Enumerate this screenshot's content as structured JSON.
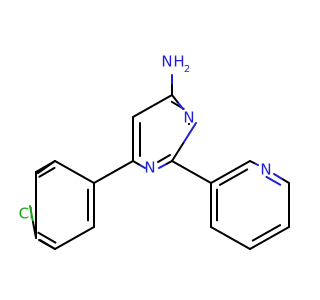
{
  "molecule": {
    "atom_labels": {
      "amine": "NH2",
      "amine_n": "N",
      "amine_h": "H",
      "ring_n1": "N",
      "ring_n3": "N",
      "pyridine_n": "N",
      "chlorine": "Cl"
    },
    "colors": {
      "bond": "#000000",
      "nitrogen": "#1f1fd6",
      "chlorine": "#1aa31a",
      "background": "#ffffff"
    }
  }
}
